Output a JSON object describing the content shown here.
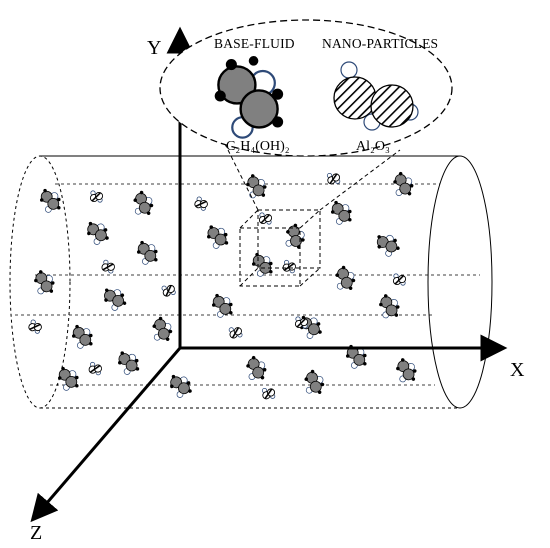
{
  "axes": {
    "x": "X",
    "y": "Y",
    "z": "Z"
  },
  "inset": {
    "base_fluid_label": "BASE-FLUID",
    "nano_particles_label": "NANO-PARTICLES",
    "base_fluid_formula": "C₂H₄(OH)₂",
    "nano_particles_formula": "Al₂O₃"
  },
  "colors": {
    "line": "#000000",
    "carbon_fill": "#808080",
    "oxygen_stroke": "#2e4a78",
    "background": "#ffffff"
  },
  "icons": [
    "ethylene-glycol-molecule-icon",
    "alumina-nanoparticle-icon"
  ]
}
